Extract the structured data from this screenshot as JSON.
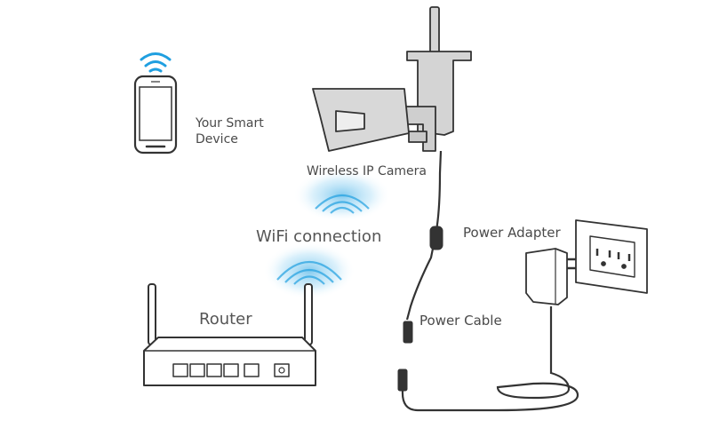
{
  "labels": {
    "smart_device": "Your Smart\nDevice",
    "camera": "Wireless IP Camera",
    "wifi": "WiFi connection",
    "router": "Router",
    "power_adapter": "Power Adapter",
    "power_cable": "Power Cable"
  },
  "icons": {
    "phone": "smartphone-icon",
    "phone_signal": "wifi-signal-icon",
    "camera": "bullet-camera-icon",
    "router": "router-icon",
    "adapter": "power-adapter-icon",
    "outlet": "wall-outlet-icon"
  },
  "colors": {
    "line": "#3a3a3a",
    "wifi_blue": "#1f9fe0",
    "camera_gray": "#d4d4d4",
    "text": "#4a4a4a"
  }
}
